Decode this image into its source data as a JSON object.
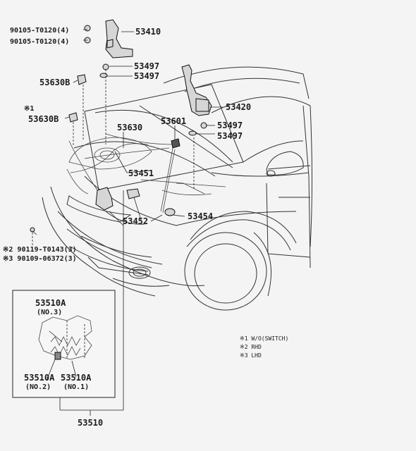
{
  "parts": {
    "p53410": "53410",
    "bolt1": "90105-T0120(4)",
    "bolt2": "90105-T0120(4)",
    "p53497a": "53497",
    "p53497b": "53497",
    "p53630b_top": "53630B",
    "mark1": "※1",
    "p53630b_mid": "53630B",
    "p53630": "53630",
    "p53601": "53601",
    "p53420": "53420",
    "p53497c": "53497",
    "p53497d": "53497",
    "p53451": "53451",
    "p53452": "53452",
    "p53454": "53454",
    "bolt3": "※2 90119-T0143(3)",
    "bolt4": "※3 90109-06372(3)",
    "p53510a_no3": "53510A",
    "no3": "(NO.3)",
    "p53510a_no2": "53510A",
    "no2": "(NO.2)",
    "p53510a_no1": "53510A",
    "no1": "(NO.1)",
    "p53510": "53510"
  },
  "legend": {
    "l1": "※1  W/O(SWITCH)",
    "l2": "※2  RHD",
    "l3": "※3  LHD"
  }
}
